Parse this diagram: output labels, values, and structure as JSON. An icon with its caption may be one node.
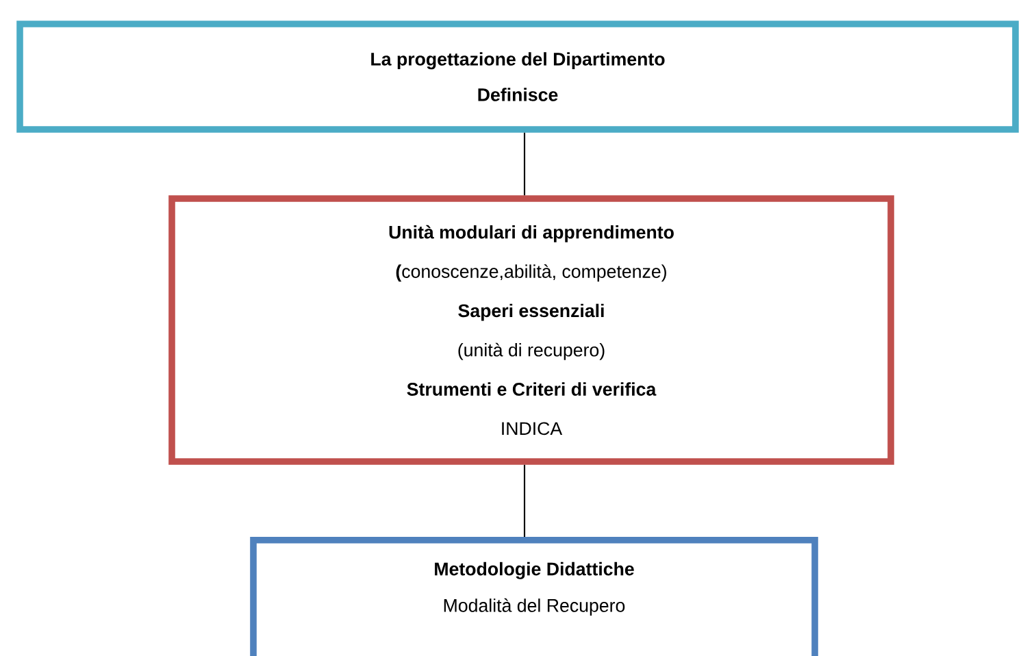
{
  "diagram": {
    "nodes": [
      {
        "text": [
          "La progettazione del Dipartimento",
          "Definisce"
        ]
      },
      {
        "text": [
          "Unità modulari di apprendimento",
          "**(**conoscenze,abilità, competenze)",
          "Saperi essenziali",
          "(unità di recupero)",
          "Strumenti e Criteri di verifica",
          "INDICA"
        ]
      },
      {
        "text": [
          "Metodologie Didattiche",
          "Modalità del Recupero"
        ]
      }
    ],
    "edges": [
      {
        "from": 0,
        "to": 1,
        "arrow": "none"
      },
      {
        "from": 1,
        "to": 2,
        "arrow": "none"
      }
    ]
  }
}
